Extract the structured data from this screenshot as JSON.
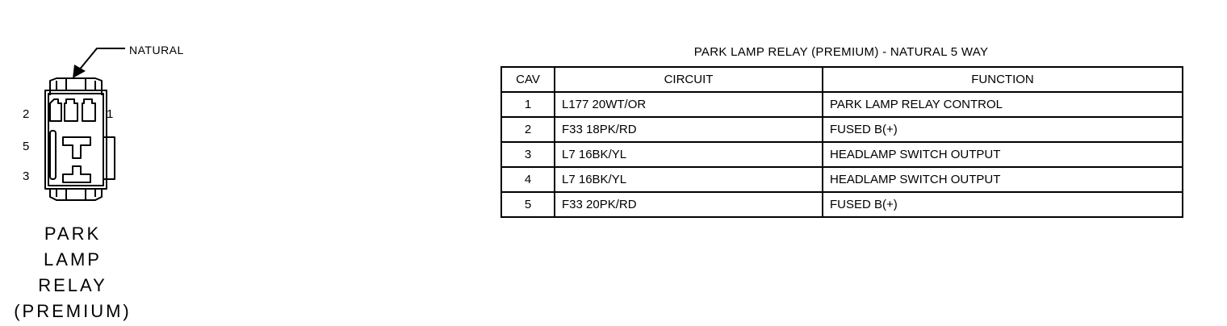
{
  "connector": {
    "callout": "NATURAL",
    "pin_labels": {
      "top_left": "2",
      "top_right": "1",
      "middle_left": "5",
      "bottom_left": "3"
    },
    "name_lines": [
      "PARK",
      "LAMP",
      "RELAY",
      "(PREMIUM)"
    ]
  },
  "table": {
    "title": "PARK LAMP RELAY (PREMIUM) - NATURAL 5 WAY",
    "headers": {
      "cav": "CAV",
      "circuit": "CIRCUIT",
      "function": "FUNCTION"
    },
    "rows": [
      {
        "cav": "1",
        "circuit": "L177 20WT/OR",
        "function": "PARK LAMP RELAY CONTROL"
      },
      {
        "cav": "2",
        "circuit": "F33 18PK/RD",
        "function": "FUSED B(+)"
      },
      {
        "cav": "3",
        "circuit": "L7 16BK/YL",
        "function": "HEADLAMP SWITCH OUTPUT"
      },
      {
        "cav": "4",
        "circuit": "L7 16BK/YL",
        "function": "HEADLAMP SWITCH OUTPUT"
      },
      {
        "cav": "5",
        "circuit": "F33 20PK/RD",
        "function": "FUSED B(+)"
      }
    ]
  }
}
